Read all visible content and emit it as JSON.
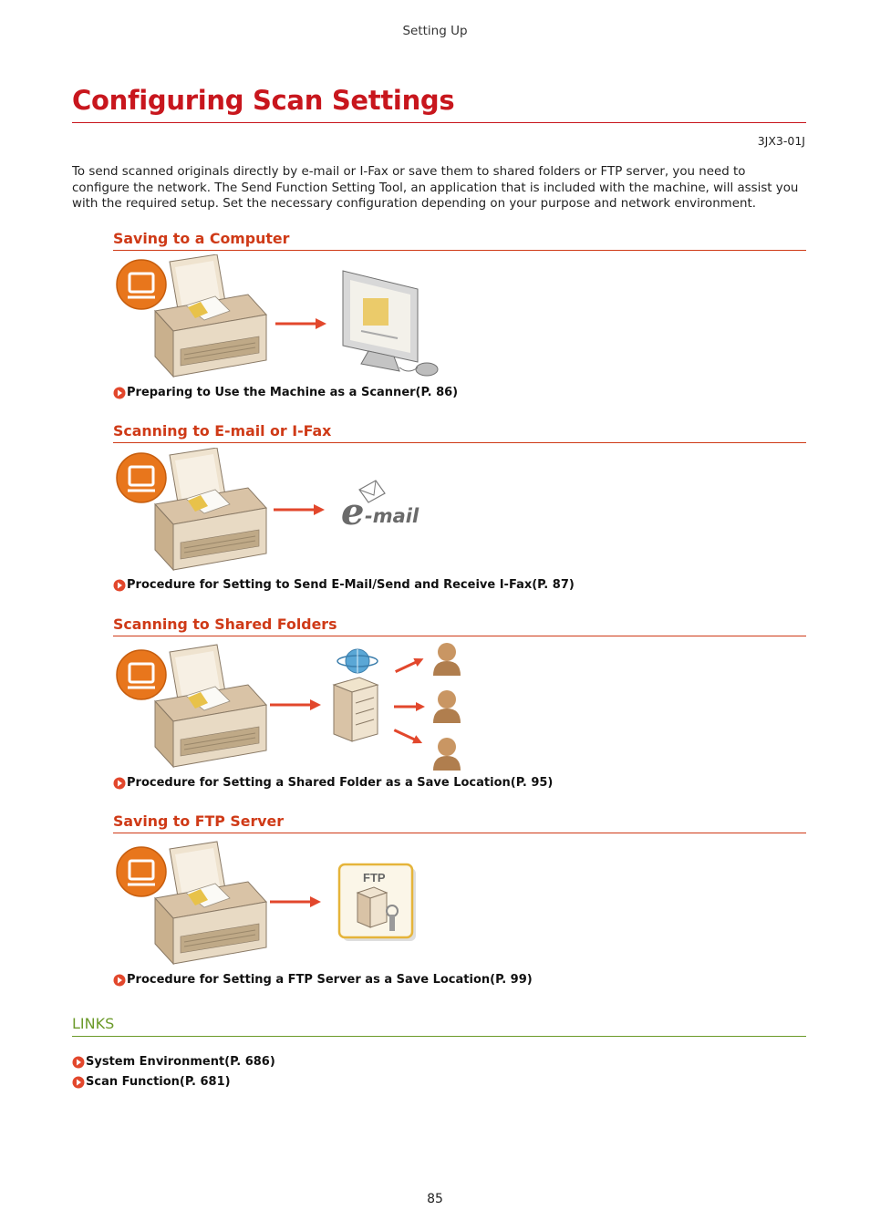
{
  "header": {
    "running_title": "Setting Up"
  },
  "page": {
    "title": "Configuring Scan Settings",
    "doc_id": "3JX3-01J",
    "intro": "To send scanned originals directly by e-mail or I-Fax or save them to shared folders or FTP server, you need to configure the network. The Send Function Setting Tool, an application that is included with the machine, will assist you with the required setup. Set the necessary configuration depending on your purpose and network environment."
  },
  "sections": [
    {
      "title": "Saving to a Computer",
      "link": "Preparing to Use the Machine as a Scanner(P. 86)"
    },
    {
      "title": "Scanning to E-mail or I-Fax",
      "link": "Procedure for Setting to Send E-Mail/Send and Receive I-Fax(P. 87)",
      "email_logo_e": "e",
      "email_logo_text": "-mail"
    },
    {
      "title": "Scanning to Shared Folders",
      "link": "Procedure for Setting a Shared Folder as a Save Location(P. 95)"
    },
    {
      "title": "Saving to FTP Server",
      "link": "Procedure for Setting a FTP Server as a Save Location(P. 99)",
      "ftp_label": "FTP"
    }
  ],
  "links": {
    "title": "LINKS",
    "items": [
      "System Environment(P. 686)",
      "Scan Function(P. 681)"
    ]
  },
  "footer": {
    "page_number": "85"
  },
  "colors": {
    "title_red": "#c8161d",
    "section_orange": "#cf3a17",
    "links_green": "#6b9a2a",
    "scanner_badge": "#e8761c"
  }
}
